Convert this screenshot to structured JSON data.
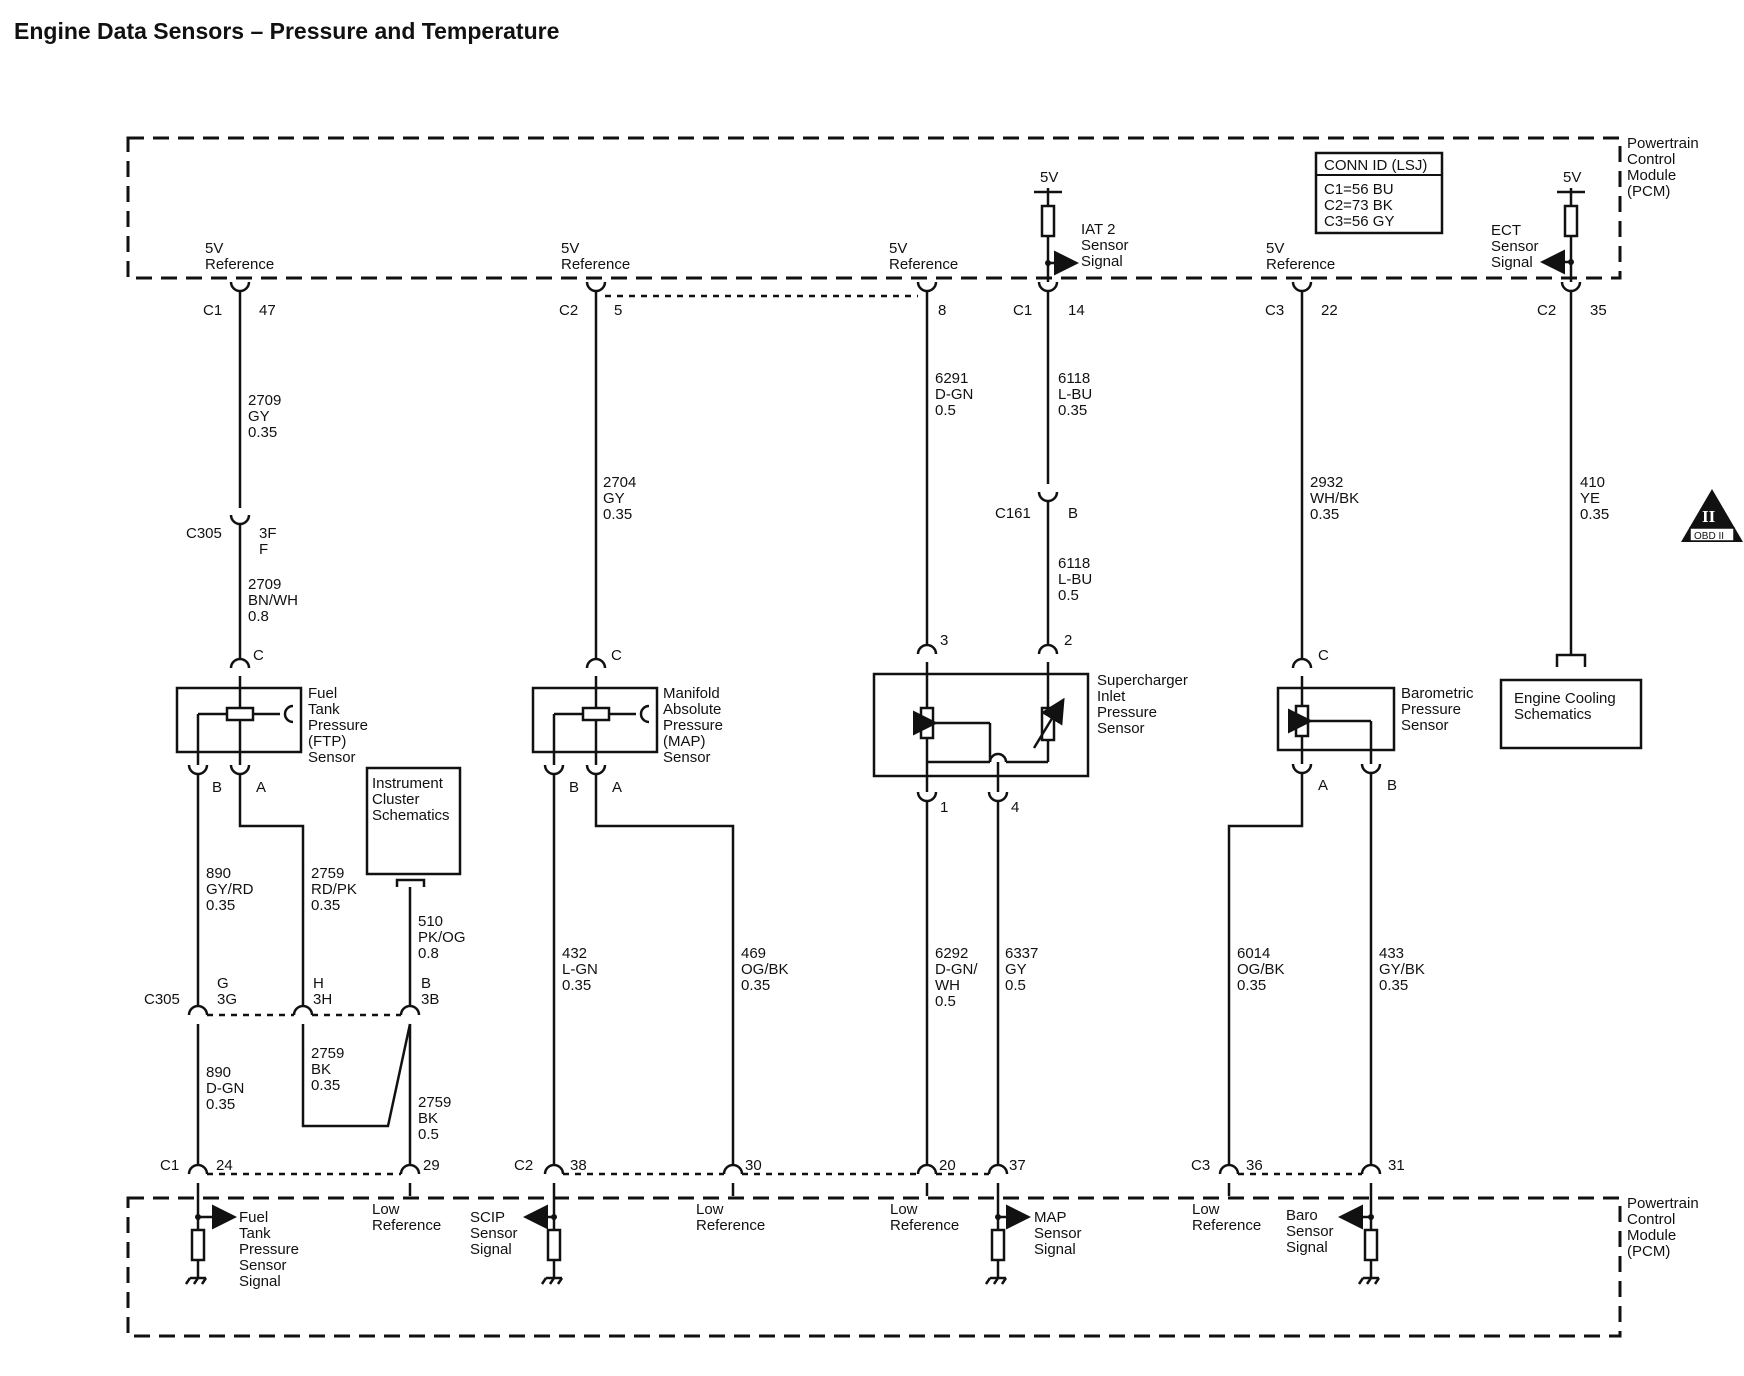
{
  "title": "Engine Data Sensors – Pressure and Temperature",
  "pcm_label": [
    "Powertrain",
    "Control",
    "Module",
    "(PCM)"
  ],
  "conn_id": {
    "header": "CONN ID (LSJ)",
    "rows": [
      "C1=56 BU",
      "C2=73 BK",
      "C3=56 GY"
    ]
  },
  "obd_badge": {
    "symbol": "II",
    "text": "OBD II"
  },
  "supply": "5V",
  "top_pins": [
    {
      "label1": "5V",
      "label2": "Reference",
      "conn": "C1",
      "pin": "47"
    },
    {
      "label1": "5V",
      "label2": "Reference",
      "conn": "C2",
      "pin": "5"
    },
    {
      "label1": "5V",
      "label2": "Reference",
      "conn": "",
      "pin": "8"
    },
    {
      "label1": "IAT 2",
      "label2": "Sensor",
      "label3": "Signal",
      "conn": "C1",
      "pin": "14"
    },
    {
      "label1": "5V",
      "label2": "Reference",
      "conn": "C3",
      "pin": "22"
    },
    {
      "label1": "ECT",
      "label2": "Sensor",
      "label3": "Signal",
      "conn": "C2",
      "pin": "35"
    }
  ],
  "wires_top": [
    [
      "2709",
      "GY",
      "0.35"
    ],
    [
      "2704",
      "GY",
      "0.35"
    ],
    [
      "6291",
      "D-GN",
      "0.5"
    ],
    [
      "6118",
      "L-BU",
      "0.35"
    ],
    [
      "2932",
      "WH/BK",
      "0.35"
    ],
    [
      "410",
      "YE",
      "0.35"
    ]
  ],
  "c305_top": {
    "conn": "C305",
    "pin1": "3F",
    "pin2": "F"
  },
  "wire_c305_lower": [
    "2709",
    "BN/WH",
    "0.8"
  ],
  "c161": {
    "conn": "C161",
    "pin": "B"
  },
  "wire_c161_lower": [
    "6118",
    "L-BU",
    "0.5"
  ],
  "sensors": {
    "ftp": [
      "Fuel",
      "Tank",
      "Pressure",
      "(FTP)",
      "Sensor"
    ],
    "map": [
      "Manifold",
      "Absolute",
      "Pressure",
      "(MAP)",
      "Sensor"
    ],
    "sci": [
      "Supercharger",
      "Inlet",
      "Pressure",
      "Sensor"
    ],
    "baro": [
      "Barometric",
      "Pressure",
      "Sensor"
    ]
  },
  "sensor_pins": {
    "ftp_top": "C",
    "ftp_b": "B",
    "ftp_a": "A",
    "map_top": "C",
    "map_b": "B",
    "map_a": "A",
    "sci_3": "3",
    "sci_2": "2",
    "sci_1": "1",
    "sci_4": "4",
    "baro_top": "C",
    "baro_a": "A",
    "baro_b": "B"
  },
  "instrument_cluster": [
    "Instrument",
    "Cluster",
    "Schematics"
  ],
  "engine_cooling": [
    "Engine Cooling",
    "Schematics"
  ],
  "wires_mid": [
    [
      "890",
      "GY/RD",
      "0.35"
    ],
    [
      "2759",
      "RD/PK",
      "0.35"
    ],
    [
      "510",
      "PK/OG",
      "0.8"
    ],
    [
      "432",
      "L-GN",
      "0.35"
    ],
    [
      "469",
      "OG/BK",
      "0.35"
    ],
    [
      "6292",
      "D-GN/",
      "WH",
      "0.5"
    ],
    [
      "6337",
      "GY",
      "0.5"
    ],
    [
      "6014",
      "OG/BK",
      "0.35"
    ],
    [
      "433",
      "GY/BK",
      "0.35"
    ]
  ],
  "c305_bottom": {
    "conn": "C305",
    "pins": [
      [
        "G",
        "3G"
      ],
      [
        "H",
        "3H"
      ],
      [
        "B",
        "3B"
      ]
    ]
  },
  "wires_lower": [
    [
      "890",
      "D-GN",
      "0.35"
    ],
    [
      "2759",
      "BK",
      "0.35"
    ],
    [
      "2759",
      "BK",
      "0.5"
    ]
  ],
  "bottom_pins": [
    {
      "conn": "C1",
      "pin": "24"
    },
    {
      "conn": "",
      "pin": "29"
    },
    {
      "conn": "C2",
      "pin": "38"
    },
    {
      "conn": "",
      "pin": "30"
    },
    {
      "conn": "",
      "pin": "20"
    },
    {
      "conn": "",
      "pin": "37"
    },
    {
      "conn": "C3",
      "pin": "36"
    },
    {
      "conn": "",
      "pin": "31"
    }
  ],
  "bottom_labels": {
    "ftp_signal": [
      "Fuel",
      "Tank",
      "Pressure",
      "Sensor",
      "Signal"
    ],
    "low_ref": [
      "Low",
      "Reference"
    ],
    "scip_signal": [
      "SCIP",
      "Sensor",
      "Signal"
    ],
    "map_signal": [
      "MAP",
      "Sensor",
      "Signal"
    ],
    "baro_signal": [
      "Baro",
      "Sensor",
      "Signal"
    ]
  }
}
